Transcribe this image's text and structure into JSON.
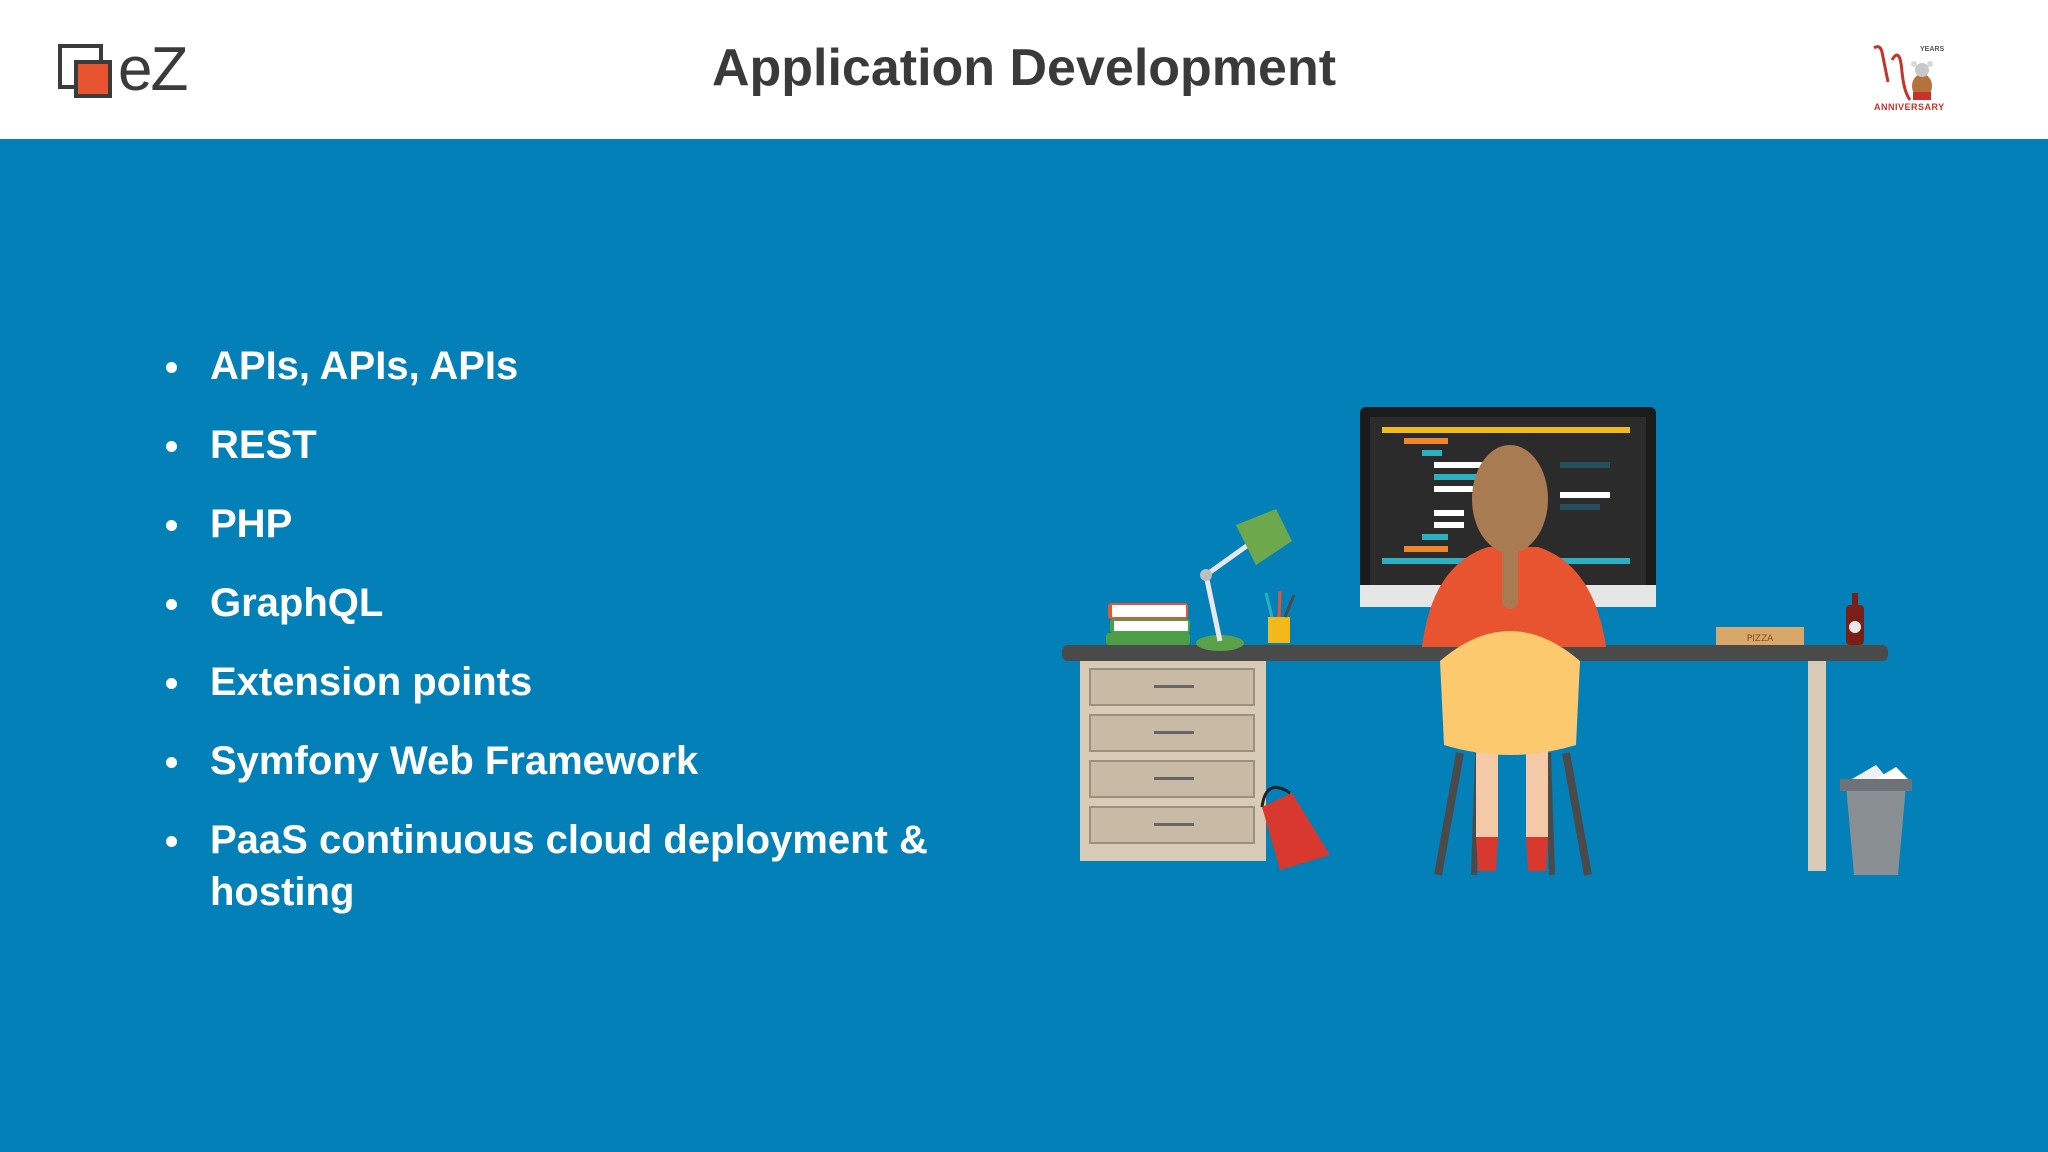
{
  "header": {
    "title": "Application Development",
    "logo_text": "eZ",
    "badge_years": "YEARS",
    "badge_label": "ANNIVERSARY"
  },
  "bullets": [
    "APIs, APIs, APIs",
    "REST",
    "PHP",
    "GraphQL",
    "Extension points",
    "Symfony Web Framework",
    "PaaS continuous cloud deployment & hosting"
  ],
  "illustration": {
    "pizza_box_label": "PIZZA"
  },
  "colors": {
    "background": "#0380b8",
    "header_bg": "#ffffff",
    "brand_orange": "#e8542f",
    "title_text": "#3a3a3a"
  }
}
